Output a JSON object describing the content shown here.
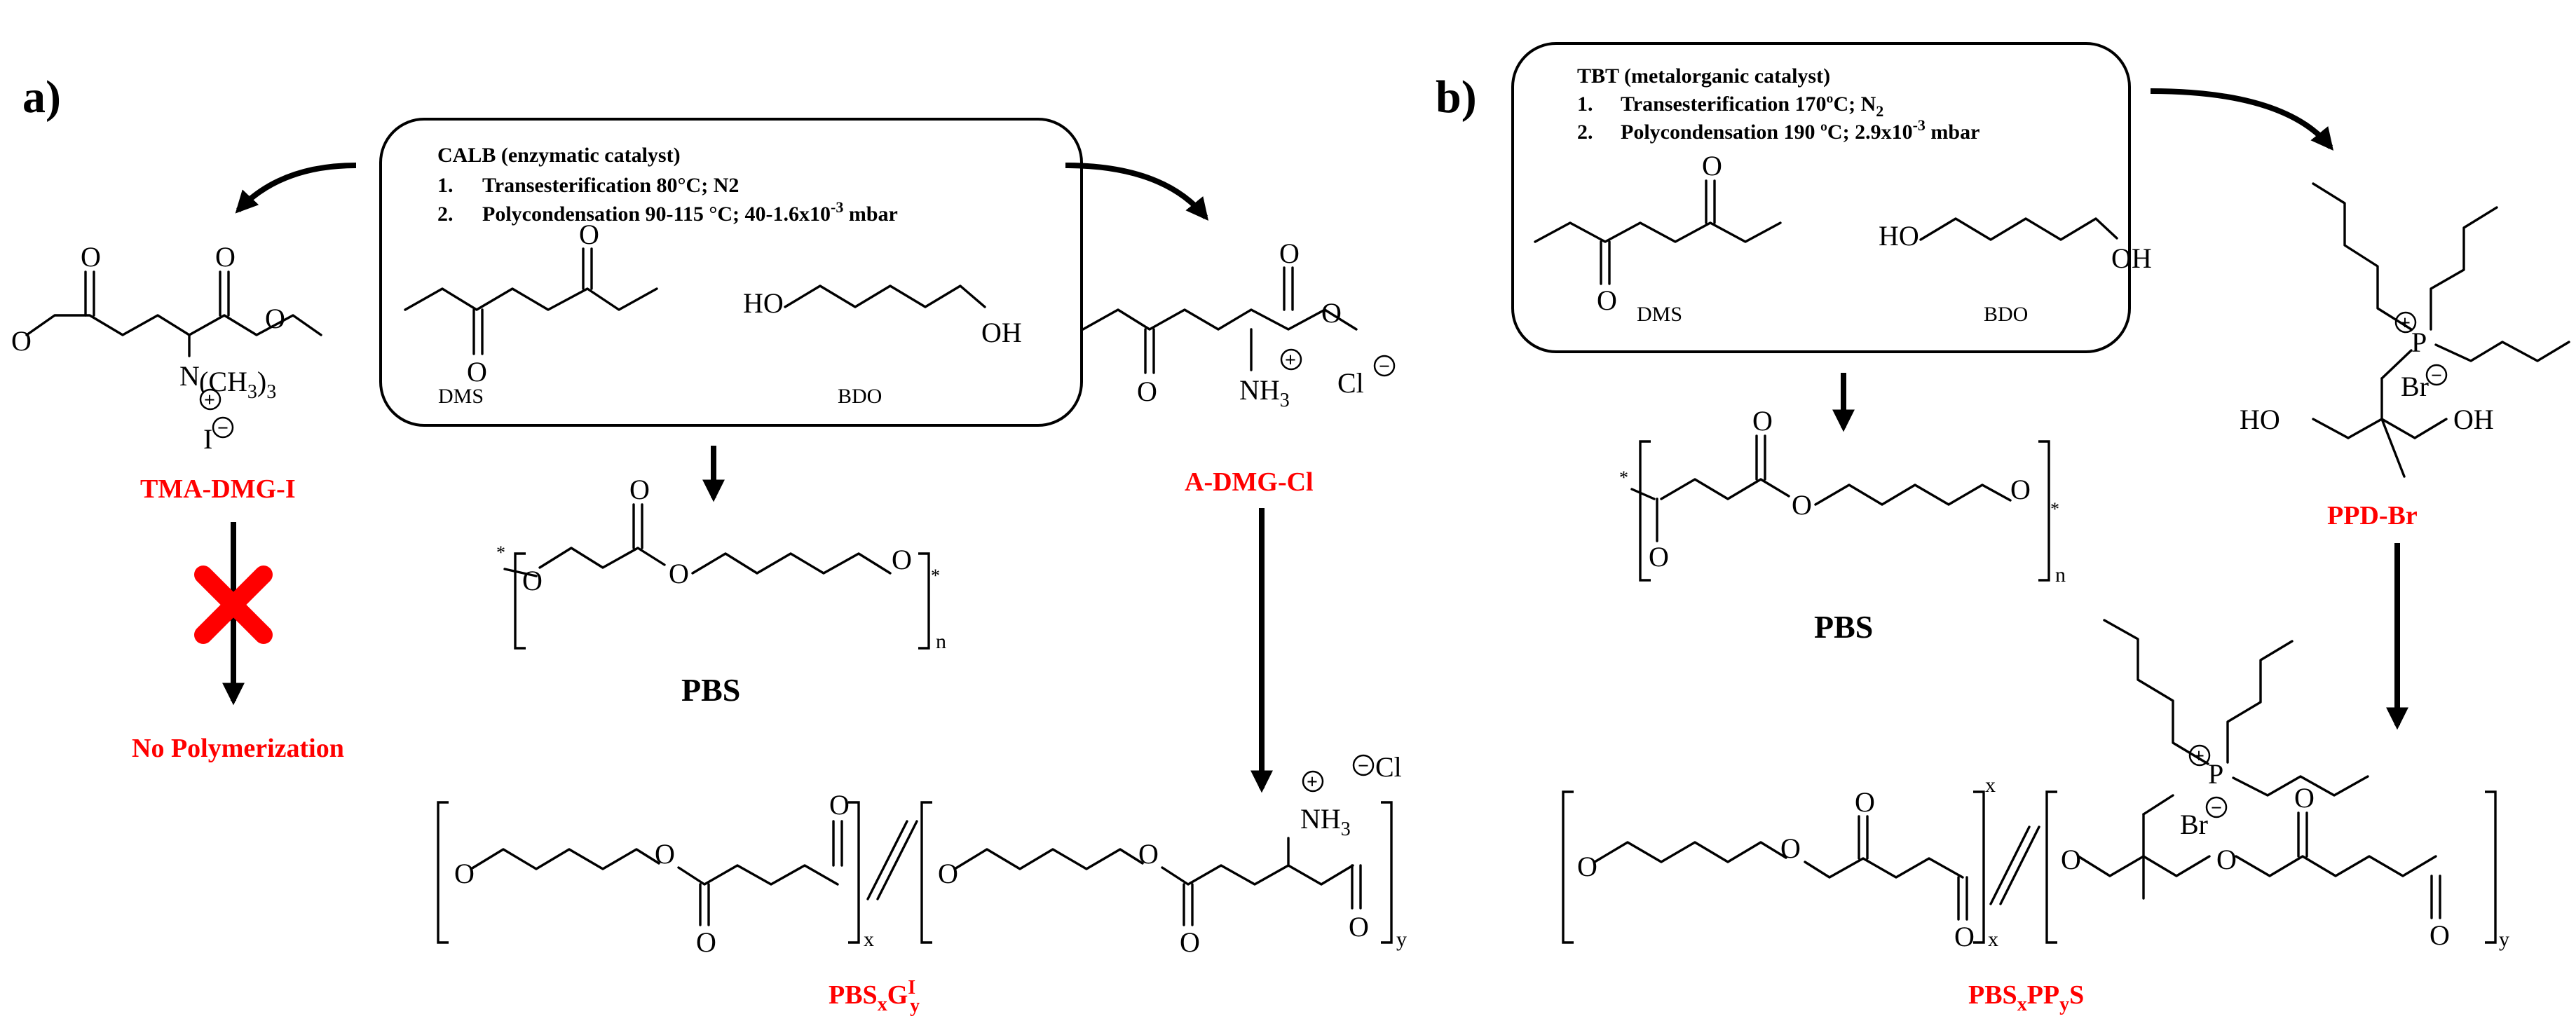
{
  "panel_a": {
    "label": "a)",
    "box": {
      "title": "CALB (enzymatic catalyst)",
      "step1_num": "1.",
      "step1": "Transesterification 80°C; N2",
      "step2_num": "2.",
      "step2_pre": "Polycondensation 90-115 °C; 40-1.6x10",
      "step2_exp": "-3",
      "step2_post": " mbar",
      "dms": "DMS",
      "bdo": "BDO"
    },
    "left_monomer": "TMA-DMG-I",
    "left_result": "No Polymerization",
    "right_monomer": "A-DMG-Cl",
    "homopolymer": "PBS",
    "copolymer_main": "PBS",
    "copolymer_sub_x": "x",
    "copolymer_mid": "G",
    "copolymer_sup": "I",
    "copolymer_sub_y": "y"
  },
  "panel_b": {
    "label": "b)",
    "box": {
      "title": "TBT (metalorganic catalyst)",
      "step1_num": "1.",
      "step1_pre": "Transesterification 170ºC; N",
      "step1_sub": "2",
      "step2_num": "2.",
      "step2_pre": "Polycondensation 190 ºC; 2.9x10",
      "step2_exp": "-3",
      "step2_post": " mbar",
      "dms": "DMS",
      "bdo": "BDO"
    },
    "right_monomer": "PPD-Br",
    "homopolymer": "PBS",
    "copolymer_main": "PBS",
    "copolymer_sub_x": "x",
    "copolymer_mid": "PP",
    "copolymer_sub_y": "y",
    "copolymer_end": "S"
  },
  "atoms": {
    "O": "O",
    "N": "N",
    "P": "P",
    "HO": "HO",
    "OH": "OH",
    "ch3_3_pre": "(CH",
    "ch3_3_sub": "3",
    "ch3_3_post": ")",
    "ch3_3_sub2": "3",
    "I": "I",
    "Cl": "Cl",
    "Br": "Br",
    "NH": "NH",
    "NH3_sub": "3",
    "n": "n",
    "x": "x",
    "y": "y",
    "star": "*",
    "plus": "+",
    "minus": "−"
  },
  "colors": {
    "highlight": "#ff0000",
    "line": "#000000"
  }
}
